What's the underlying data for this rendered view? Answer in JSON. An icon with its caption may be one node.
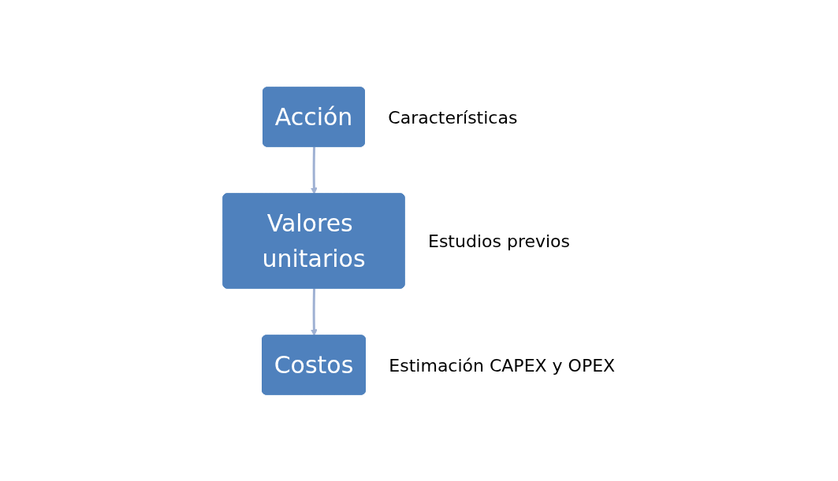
{
  "diagram": {
    "nodes": [
      {
        "text": [
          "Acción"
        ],
        "beside": [
          "Características"
        ]
      },
      {
        "text": [
          "Valores unitarios"
        ],
        "beside": [
          "Estudios previos"
        ]
      },
      {
        "text": [
          "Costos"
        ],
        "beside": [
          "Estimación CAPEX y OPEX"
        ]
      }
    ],
    "edges": [
      {
        "from": 0,
        "to": 1,
        "arrow": "to"
      },
      {
        "from": 1,
        "to": 2,
        "arrow": "to"
      }
    ]
  }
}
